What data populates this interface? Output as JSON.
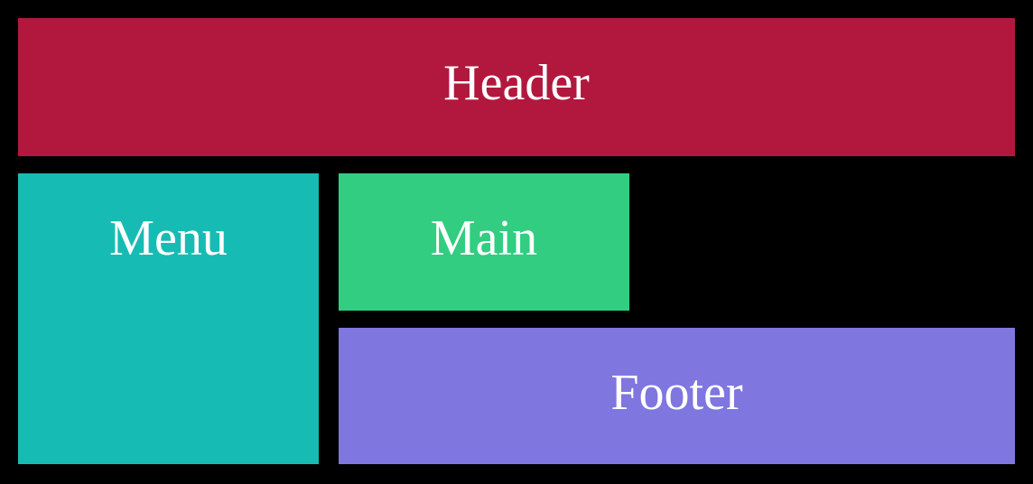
{
  "page": {
    "background_color": "#000000",
    "text_color": "#ffffff"
  },
  "regions": {
    "header": {
      "label": "Header",
      "color": "#b2183e"
    },
    "menu": {
      "label": "Menu",
      "color": "#16bcb4"
    },
    "main": {
      "label": "Main",
      "color": "#32cd80"
    },
    "footer": {
      "label": "Footer",
      "color": "#7f76e0"
    }
  }
}
